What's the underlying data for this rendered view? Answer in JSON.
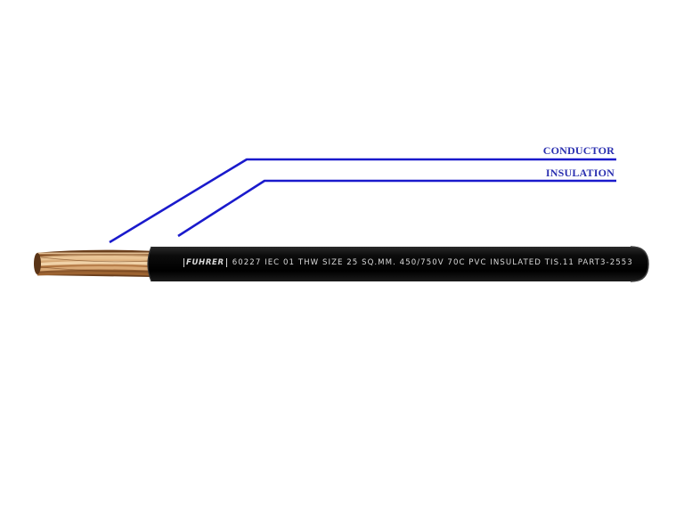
{
  "diagram": {
    "type": "cable-cross-section-illustration",
    "labels": {
      "conductor": "CONDUCTOR",
      "insulation": "INSULATION"
    },
    "cable_marking": {
      "brand": "FUHRER",
      "text": "60227 IEC 01 THW SIZE 25 SQ.MM. 450/750V 70C PVC INSULATED TIS.11 PART3-2553"
    },
    "colors": {
      "leader_line": "#1a1acc",
      "label_text": "#2a2fb0",
      "insulation": "#0a0a0a",
      "copper": "#c8935c",
      "marking_text": "#d8d8d8",
      "background": "#ffffff"
    }
  }
}
